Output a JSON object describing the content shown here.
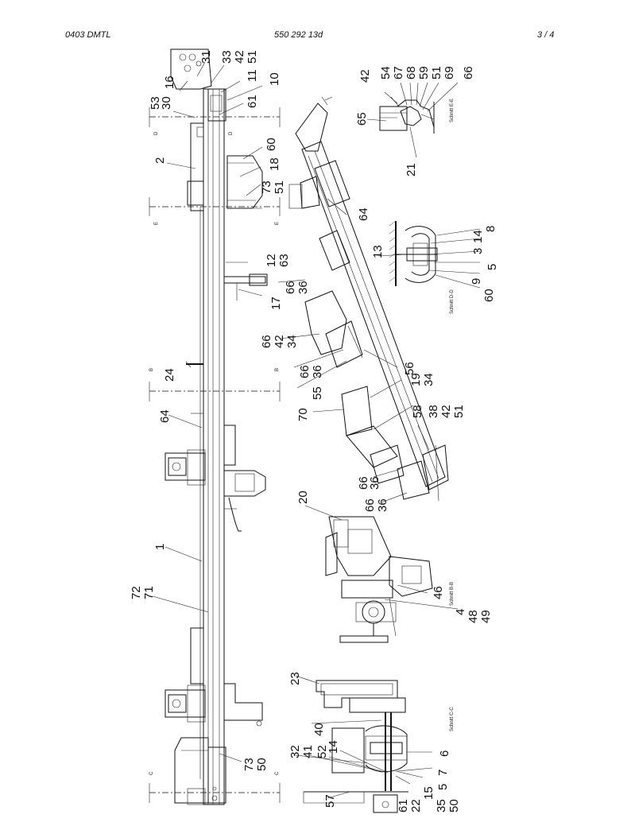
{
  "header": {
    "left": "0403 DMTL",
    "center": "550 292 13d",
    "right": "3 /   4"
  },
  "section_marks": [
    "D",
    "D",
    "E",
    "E",
    "B",
    "B",
    "C",
    "C"
  ],
  "view_captions": [
    "Schnitt E-E",
    "Schnitt D-D",
    "Schnitt B-B",
    "Schnitt C-C"
  ],
  "labels": {
    "main": [
      "31",
      "33",
      "42",
      "51",
      "16",
      "11",
      "10",
      "53",
      "30",
      "61",
      "2",
      "60",
      "18",
      "73",
      "51",
      "12",
      "63",
      "66",
      "36",
      "17",
      "66",
      "42",
      "34",
      "24",
      "66",
      "36",
      "64",
      "1",
      "72",
      "71",
      "73",
      "50"
    ],
    "iso": [
      "64",
      "56",
      "55",
      "19",
      "34",
      "70",
      "58",
      "38",
      "42",
      "51",
      "66",
      "36",
      "66",
      "36"
    ],
    "ee": [
      "42",
      "54",
      "67",
      "68",
      "59",
      "51",
      "69",
      "66",
      "65",
      "21"
    ],
    "dd": [
      "8",
      "14",
      "3",
      "5",
      "13",
      "9",
      "60"
    ],
    "bb": [
      "20",
      "46",
      "4",
      "48",
      "49"
    ],
    "cc": [
      "23",
      "40",
      "32",
      "41",
      "52",
      "14",
      "6",
      "7",
      "5",
      "15",
      "35",
      "50",
      "22",
      "61",
      "57"
    ]
  }
}
